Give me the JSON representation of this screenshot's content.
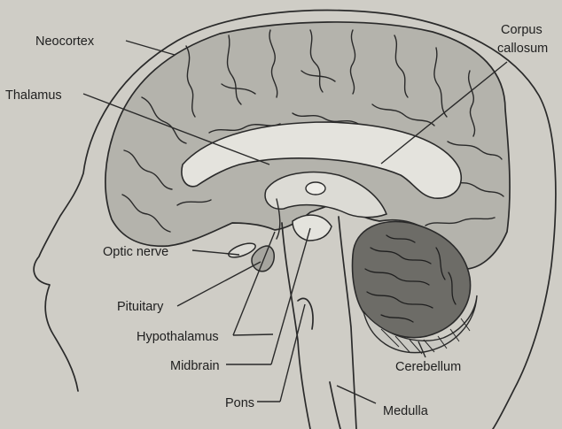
{
  "figure": {
    "labels": {
      "neocortex": "Neocortex",
      "corpus_callosum_line1": "Corpus",
      "corpus_callosum_line2": "callosum",
      "thalamus": "Thalamus",
      "optic_nerve": "Optic nerve",
      "pituitary": "Pituitary",
      "hypothalamus": "Hypothalamus",
      "midbrain": "Midbrain",
      "pons": "Pons",
      "cerebellum": "Cerebellum",
      "medulla": "Medulla"
    },
    "colors": {
      "background": "#cfcdc6",
      "cortex_fill": "#b4b3ac",
      "corpus_fill": "#e4e3dd",
      "cerebellum_fill": "#6d6c67",
      "ink": "#2a2a2a"
    }
  }
}
